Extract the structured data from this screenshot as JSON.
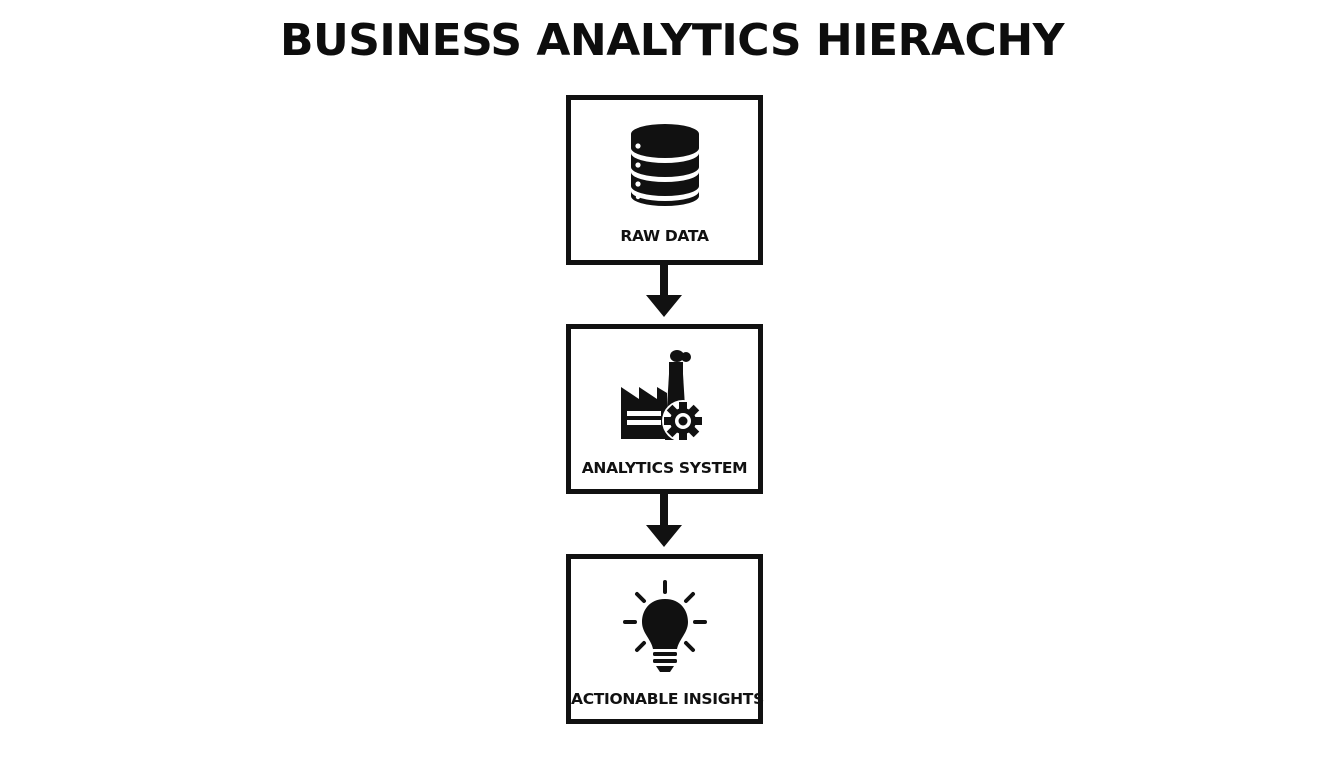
{
  "diagram": {
    "title": "BUSINESS ANALYTICS HIERACHY",
    "nodes": [
      {
        "label": "RAW DATA",
        "icon": "database-icon"
      },
      {
        "label": "ANALYTICS SYSTEM",
        "icon": "factory-gear-icon"
      },
      {
        "label": "ACTIONABLE INSIGHTS",
        "icon": "lightbulb-icon"
      }
    ],
    "edges": [
      {
        "from": "RAW DATA",
        "to": "ANALYTICS SYSTEM"
      },
      {
        "from": "ANALYTICS SYSTEM",
        "to": "ACTIONABLE INSIGHTS"
      }
    ],
    "colors": {
      "stroke": "#111111",
      "background": "#ffffff"
    }
  }
}
